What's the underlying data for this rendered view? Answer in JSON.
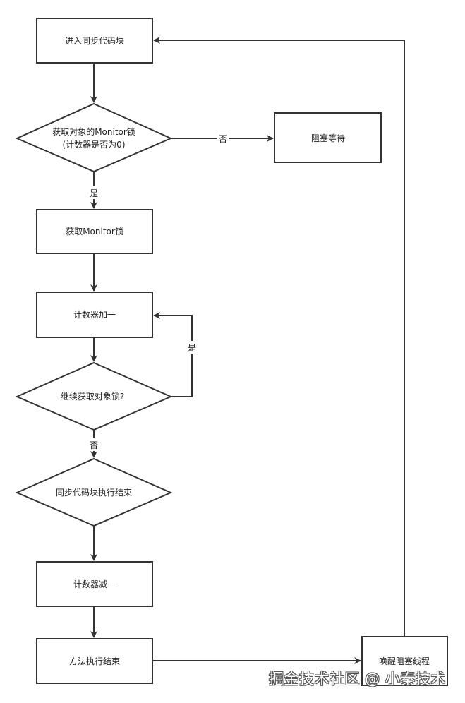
{
  "nodes": {
    "enter_sync_block": "进入同步代码块",
    "acquire_check_line1": "获取对象的Monitor锁",
    "acquire_check_line2": "(计数器是否为0)",
    "block_wait": "阻塞等待",
    "acquire_monitor": "获取Monitor锁",
    "counter_increment": "计数器加一",
    "continue_acquire": "继续获取对象锁?",
    "sync_block_end": "同步代码块执行结束",
    "counter_decrement": "计数器减一",
    "method_end": "方法执行结束",
    "wake_blocked": "唤醒阻塞线程"
  },
  "edge_labels": {
    "no_to_wait": "否",
    "yes_to_acquire": "是",
    "yes_loop": "是",
    "no_continue": "否"
  },
  "watermark": "掘金技术社区 @ 小秦技术",
  "colors": {
    "stroke": "#333333",
    "text": "#222222",
    "background": "#ffffff"
  }
}
